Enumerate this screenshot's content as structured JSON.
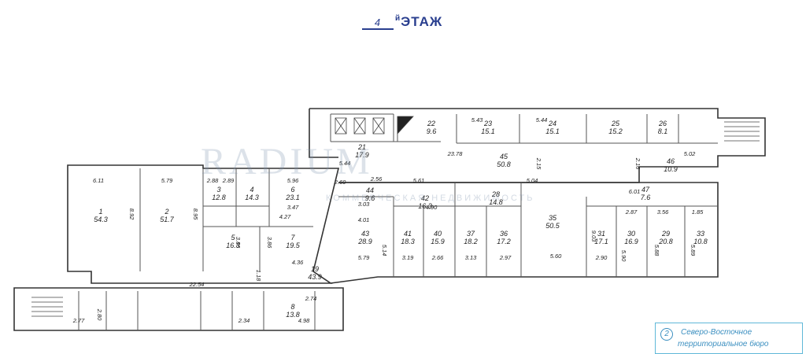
{
  "floor": {
    "number": "4",
    "suffix": "й",
    "label": "ЭТАЖ"
  },
  "watermark": {
    "brand": "RADIUM",
    "line2": "КОММЕРЧЕСКАЯ НЕДВИЖИМОСТЬ"
  },
  "stamp": {
    "number": "2",
    "line1": "Северо-Восточное",
    "line2": "территориальное бюро"
  },
  "rooms": [
    {
      "id": "1",
      "area": "54.3"
    },
    {
      "id": "2",
      "area": "51.7"
    },
    {
      "id": "3",
      "area": "12.8"
    },
    {
      "id": "4",
      "area": "14.3"
    },
    {
      "id": "5",
      "area": "16.3"
    },
    {
      "id": "6",
      "area": "23.1"
    },
    {
      "id": "7",
      "area": "19.5"
    },
    {
      "id": "8",
      "area": "13.8"
    },
    {
      "id": "19",
      "area": "43.9"
    },
    {
      "id": "21",
      "area": "17.9"
    },
    {
      "id": "22",
      "area": "9.6"
    },
    {
      "id": "23",
      "area": "15.1"
    },
    {
      "id": "24",
      "area": "15.1"
    },
    {
      "id": "25",
      "area": "15.2"
    },
    {
      "id": "26",
      "area": "8.1"
    },
    {
      "id": "28",
      "area": "14.8"
    },
    {
      "id": "29",
      "area": "20.8"
    },
    {
      "id": "30",
      "area": "16.9"
    },
    {
      "id": "31",
      "area": "17.1"
    },
    {
      "id": "33",
      "area": "10.8"
    },
    {
      "id": "35",
      "area": "50.5"
    },
    {
      "id": "36",
      "area": "17.2"
    },
    {
      "id": "37",
      "area": "18.2"
    },
    {
      "id": "40",
      "area": "15.9"
    },
    {
      "id": "41",
      "area": "18.3"
    },
    {
      "id": "42",
      "area": "16.3"
    },
    {
      "id": "43",
      "area": "28.9"
    },
    {
      "id": "44",
      "area": "9.6"
    },
    {
      "id": "45",
      "area": "50.8"
    },
    {
      "id": "46",
      "area": "10.9"
    },
    {
      "id": "47",
      "area": "7.6"
    }
  ],
  "dims": [
    "6.11",
    "5.79",
    "2.88",
    "2.89",
    "5.96",
    "8.92",
    "8.95",
    "4.27",
    "3.86",
    "3.86",
    "4.36",
    "3.47",
    "22.54",
    "2.60",
    "2.56",
    "4.01",
    "5.79",
    "5.14",
    "3.19",
    "2.66",
    "3.13",
    "2.97",
    "5.60",
    "2.90",
    "5.90",
    "3.56",
    "1.85",
    "5.88",
    "5.89",
    "5.44",
    "23.78",
    "5.43",
    "5.44",
    "2.15",
    "2.16",
    "5.02",
    "6.01",
    "5.04",
    "5.61",
    "4.90",
    "3.03",
    "9.03",
    "2.87",
    "2.80",
    "2.74",
    "4.98",
    "2.77",
    "2.34",
    "1.18"
  ]
}
